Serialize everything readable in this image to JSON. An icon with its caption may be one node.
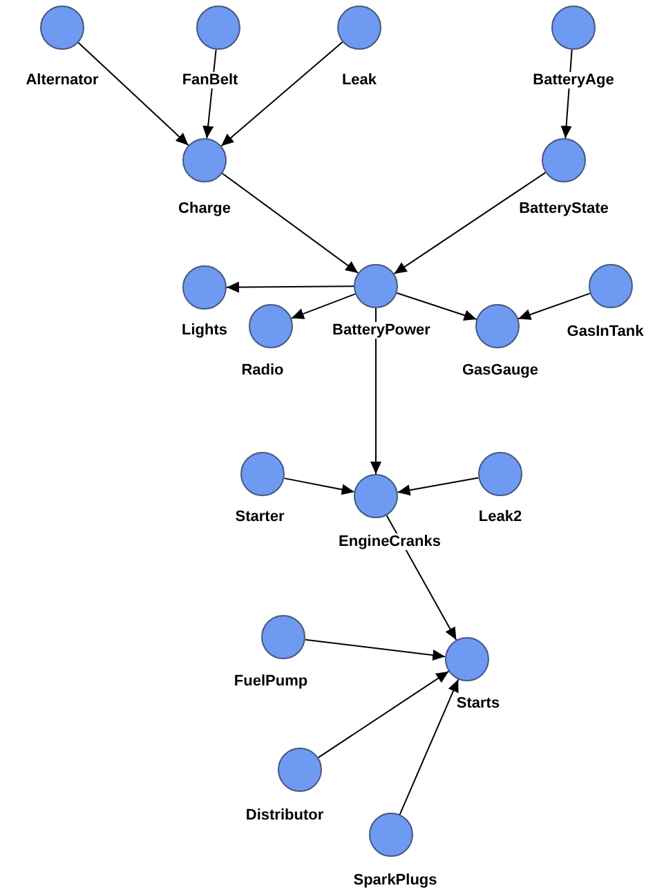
{
  "diagram": {
    "nodes": [
      {
        "text": [],
        "shape": "circle",
        "beside": [
          "Alternator"
        ]
      },
      {
        "text": [],
        "shape": "circle",
        "beside": [
          "FanBelt"
        ]
      },
      {
        "text": [],
        "shape": "circle",
        "beside": [
          "Leak"
        ]
      },
      {
        "text": [],
        "shape": "circle",
        "beside": [
          "BatteryAge"
        ]
      },
      {
        "text": [],
        "shape": "circle",
        "beside": [
          "Charge"
        ]
      },
      {
        "text": [],
        "shape": "circle",
        "beside": [
          "BatteryState"
        ]
      },
      {
        "text": [],
        "shape": "circle",
        "beside": [
          "Lights"
        ]
      },
      {
        "text": [],
        "shape": "circle",
        "beside": [
          "BatteryPower"
        ]
      },
      {
        "text": [],
        "shape": "circle",
        "beside": [
          "GasInTank"
        ]
      },
      {
        "text": [],
        "shape": "circle",
        "beside": [
          "Radio"
        ]
      },
      {
        "text": [],
        "shape": "circle",
        "beside": [
          "GasGauge"
        ]
      },
      {
        "text": [],
        "shape": "circle",
        "beside": [
          "Starter"
        ]
      },
      {
        "text": [],
        "shape": "circle",
        "beside": [
          "Leak2"
        ]
      },
      {
        "text": [],
        "shape": "circle",
        "beside": [
          "EngineCranks"
        ]
      },
      {
        "text": [],
        "shape": "circle",
        "beside": [
          "FuelPump"
        ]
      },
      {
        "text": [],
        "shape": "circle",
        "beside": [
          "Starts"
        ]
      },
      {
        "text": [],
        "shape": "circle",
        "beside": [
          "Distributor"
        ]
      },
      {
        "text": [],
        "shape": "circle",
        "beside": [
          "SparkPlugs"
        ]
      }
    ],
    "edges": [
      {
        "from": 0,
        "to": 4,
        "arrow": "to"
      },
      {
        "from": 1,
        "to": 4,
        "arrow": "to"
      },
      {
        "from": 2,
        "to": 4,
        "arrow": "to"
      },
      {
        "from": 3,
        "to": 5,
        "arrow": "to"
      },
      {
        "from": 4,
        "to": 7,
        "arrow": "to"
      },
      {
        "from": 5,
        "to": 7,
        "arrow": "to"
      },
      {
        "from": 7,
        "to": 6,
        "arrow": "to"
      },
      {
        "from": 7,
        "to": 9,
        "arrow": "to"
      },
      {
        "from": 7,
        "to": 10,
        "arrow": "to"
      },
      {
        "from": 8,
        "to": 10,
        "arrow": "to"
      },
      {
        "from": 7,
        "to": 13,
        "arrow": "to"
      },
      {
        "from": 11,
        "to": 13,
        "arrow": "to"
      },
      {
        "from": 12,
        "to": 13,
        "arrow": "to"
      },
      {
        "from": 13,
        "to": 15,
        "arrow": "to"
      },
      {
        "from": 14,
        "to": 15,
        "arrow": "to"
      },
      {
        "from": 16,
        "to": 15,
        "arrow": "to"
      },
      {
        "from": 17,
        "to": 15,
        "arrow": "to"
      }
    ]
  }
}
